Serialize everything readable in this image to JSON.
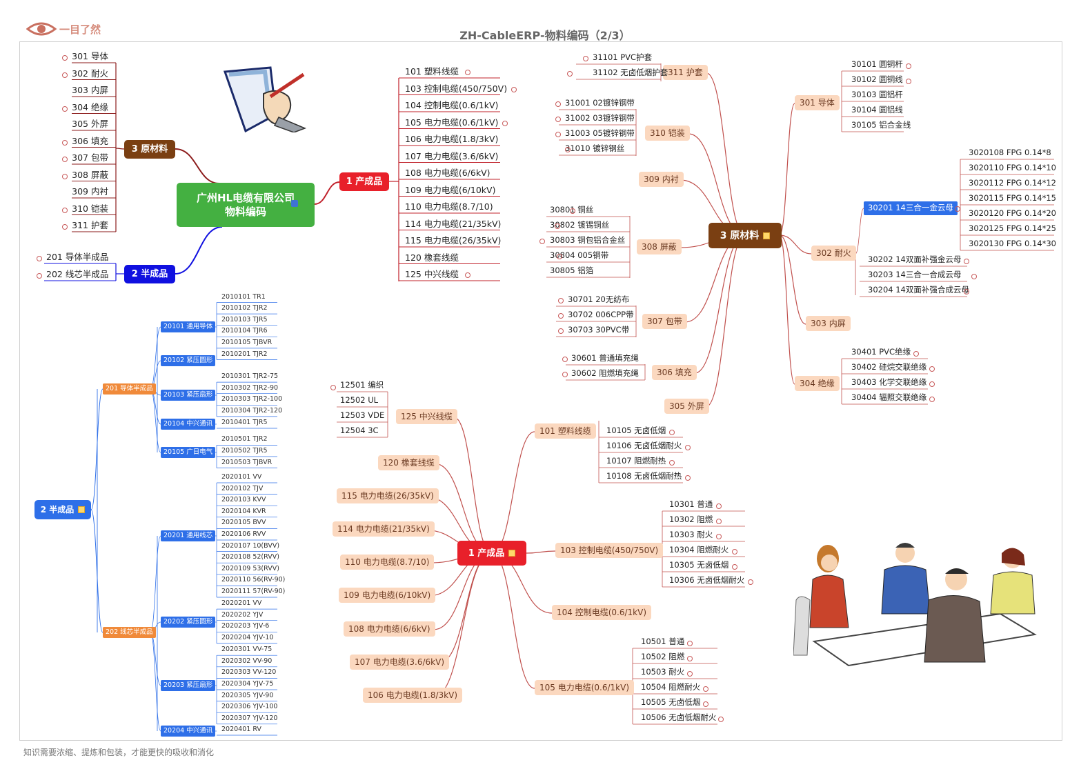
{
  "header": {
    "brand": "一目了然",
    "title": "ZH-CableERP-物料编码（2/3）"
  },
  "footer": "知识需要浓缩、提炼和包装，才能更快的吸收和消化",
  "map1": {
    "center_line1": "广州HL电缆有限公司",
    "center_line2": "物料编码",
    "raw": {
      "title": "3 原材料",
      "items": [
        "301 导体",
        "302 耐火",
        "303 内屏",
        "304 绝缘",
        "305 外屏",
        "306 填充",
        "307 包带",
        "308 屏蔽",
        "309 内衬",
        "310 铠装",
        "311 护套"
      ]
    },
    "semi": {
      "title": "2 半成品",
      "items": [
        "201 导体半成品",
        "202 线芯半成品"
      ]
    },
    "finished": {
      "title": "1 产成品",
      "items": [
        "101 塑料线缆",
        "103 控制电缆(450/750V)",
        "104 控制电缆(0.6/1kV)",
        "105 电力电缆(0.6/1kV)",
        "106 电力电缆(1.8/3kV)",
        "107 电力电缆(3.6/6kV)",
        "108 电力电缆(6/6kV)",
        "109 电力电缆(6/10kV)",
        "110 电力电缆(8.7/10)",
        "114 电力电缆(21/35kV)",
        "115 电力电缆(26/35kV)",
        "120 橡套线缆",
        "125 中兴线缆"
      ]
    }
  },
  "raw_map": {
    "center": "3 原材料",
    "b311": {
      "label": "311 护套",
      "items": [
        "31101 PVC护套",
        "31102 无卤低烟护套"
      ]
    },
    "b310": {
      "label": "310 铠装",
      "items": [
        "31001 02镀锌钢带",
        "31002 03镀锌钢带",
        "31003 05镀锌钢带",
        "31010 镀锌钢丝"
      ]
    },
    "b309": {
      "label": "309 内衬"
    },
    "b308": {
      "label": "308 屏蔽",
      "items": [
        "30801 铜丝",
        "30802 镀锡铜丝",
        "30803 铜包铝合金丝",
        "30804 005铜带",
        "30805 铝箔"
      ]
    },
    "b307": {
      "label": "307 包带",
      "items": [
        "30701 20无纺布",
        "30702 006CPP带",
        "30703 30PVC带"
      ]
    },
    "b306": {
      "label": "306 填充",
      "items": [
        "30601 普通填充绳",
        "30602 阻燃填充绳"
      ]
    },
    "b305": {
      "label": "305 外屏"
    },
    "b301": {
      "label": "301 导体",
      "items": [
        "30101 圆铜杆",
        "30102 圆铜线",
        "30103 圆铝杆",
        "30104 圆铝线",
        "30105 铝合金线"
      ]
    },
    "b302": {
      "label": "302 耐火",
      "sub": "30201 14三合一金云母",
      "fpg": [
        "3020108 FPG 0.14*8",
        "3020110 FPG 0.14*10",
        "3020112 FPG 0.14*12",
        "3020115 FPG 0.14*15",
        "3020120 FPG 0.14*20",
        "3020125 FPG 0.14*25",
        "3020130 FPG 0.14*30"
      ],
      "items": [
        "30202 14双面补强金云母",
        "30203 14三合一合成云母",
        "30204 14双面补强合成云母"
      ]
    },
    "b303": {
      "label": "303 内屏"
    },
    "b304": {
      "label": "304 绝缘",
      "items": [
        "30401 PVC绝缘",
        "30402 硅烷交联绝缘",
        "30403 化学交联绝缘",
        "30404 辐照交联绝缘"
      ]
    }
  },
  "semi_map": {
    "center": "2 半成品",
    "g201": {
      "label": "201 导体半成品",
      "subs": [
        {
          "label": "20101 通用导体",
          "items": [
            "2010101 TR1",
            "2010102 TJR2",
            "2010103 TJR5",
            "2010104 TJR6",
            "2010105 TJBVR",
            "2010201 TJR2"
          ]
        },
        {
          "label": "20102 紧压圆形",
          "items": []
        },
        {
          "label": "20103 紧压扇形",
          "items": [
            "2010301 TJR2-75",
            "2010302 TJR2-90",
            "2010303 TJR2-100",
            "2010304 TJR2-120"
          ]
        },
        {
          "label": "20104 中兴通讯",
          "items": [
            "2010401 TJR5"
          ]
        },
        {
          "label": "20105 广日电气",
          "items": [
            "2010501 TJR2",
            "2010502 TJR5",
            "2010503 TJBVR"
          ]
        }
      ]
    },
    "g202": {
      "label": "202 线芯半成品",
      "subs": [
        {
          "label": "20201 通用线芯",
          "items": [
            "2020101 VV",
            "2020102 TJV",
            "2020103 KVV",
            "2020104 KVR",
            "2020105 BVV",
            "2020106 RVV",
            "2020107 10(BVV)",
            "2020108 52(RVV)",
            "2020109 53(RVV)",
            "2020110 56(RV-90)",
            "2020111 57(RV-90)"
          ]
        },
        {
          "label": "20202 紧压圆形",
          "items": [
            "2020201 VV",
            "2020202 YJV",
            "2020203 YJV-6",
            "2020204 YJV-10"
          ]
        },
        {
          "label": "20203 紧压扇形",
          "items": [
            "2020301 VV-75",
            "2020302 VV-90",
            "2020303 VV-120",
            "2020304 YJV-75",
            "2020305 YJV-90",
            "2020306 YJV-100",
            "2020307 YJV-120"
          ]
        },
        {
          "label": "20204 中兴通讯",
          "items": [
            "2020401 RV"
          ]
        }
      ]
    }
  },
  "fin_map": {
    "center": "1 产成品",
    "b125": {
      "label": "125 中兴线缆",
      "items": [
        "12501 编织",
        "12502 UL",
        "12503 VDE",
        "12504 3C"
      ]
    },
    "left": [
      "120 橡套线缆",
      "115 电力电缆(26/35kV)",
      "114 电力电缆(21/35kV)",
      "110 电力电缆(8.7/10)",
      "109 电力电缆(6/10kV)",
      "108 电力电缆(6/6kV)",
      "107 电力电缆(3.6/6kV)",
      "106 电力电缆(1.8/3kV)"
    ],
    "b101": {
      "label": "101 塑料线缆",
      "items": [
        "10105 无卤低烟",
        "10106 无卤低烟耐火",
        "10107 阻燃耐热",
        "10108 无卤低烟耐热"
      ]
    },
    "b103": {
      "label": "103 控制电缆(450/750V)",
      "items": [
        "10301 普通",
        "10302 阻燃",
        "10303 耐火",
        "10304 阻燃耐火",
        "10305 无卤低烟",
        "10306 无卤低烟耐火"
      ]
    },
    "b104": {
      "label": "104 控制电缆(0.6/1kV)"
    },
    "b105": {
      "label": "105 电力电缆(0.6/1kV)",
      "items": [
        "10501 普通",
        "10502 阻燃",
        "10503 耐火",
        "10504 阻燃耐火",
        "10505 无卤低烟",
        "10506 无卤低烟耐火"
      ]
    }
  },
  "icons": {
    "center_badge": "copy-icon",
    "topic_flag": "note-flag-icon",
    "illustration_1": "hand-writing-illustration",
    "illustration_2": "business-meeting-illustration"
  },
  "colors": {
    "dark_brown": "#7a3f12",
    "brand_green": "#44b041",
    "red": "#e8202a",
    "blue": "#1010e0",
    "peach": "#fbd8bf",
    "link_red": "#c0504d"
  }
}
